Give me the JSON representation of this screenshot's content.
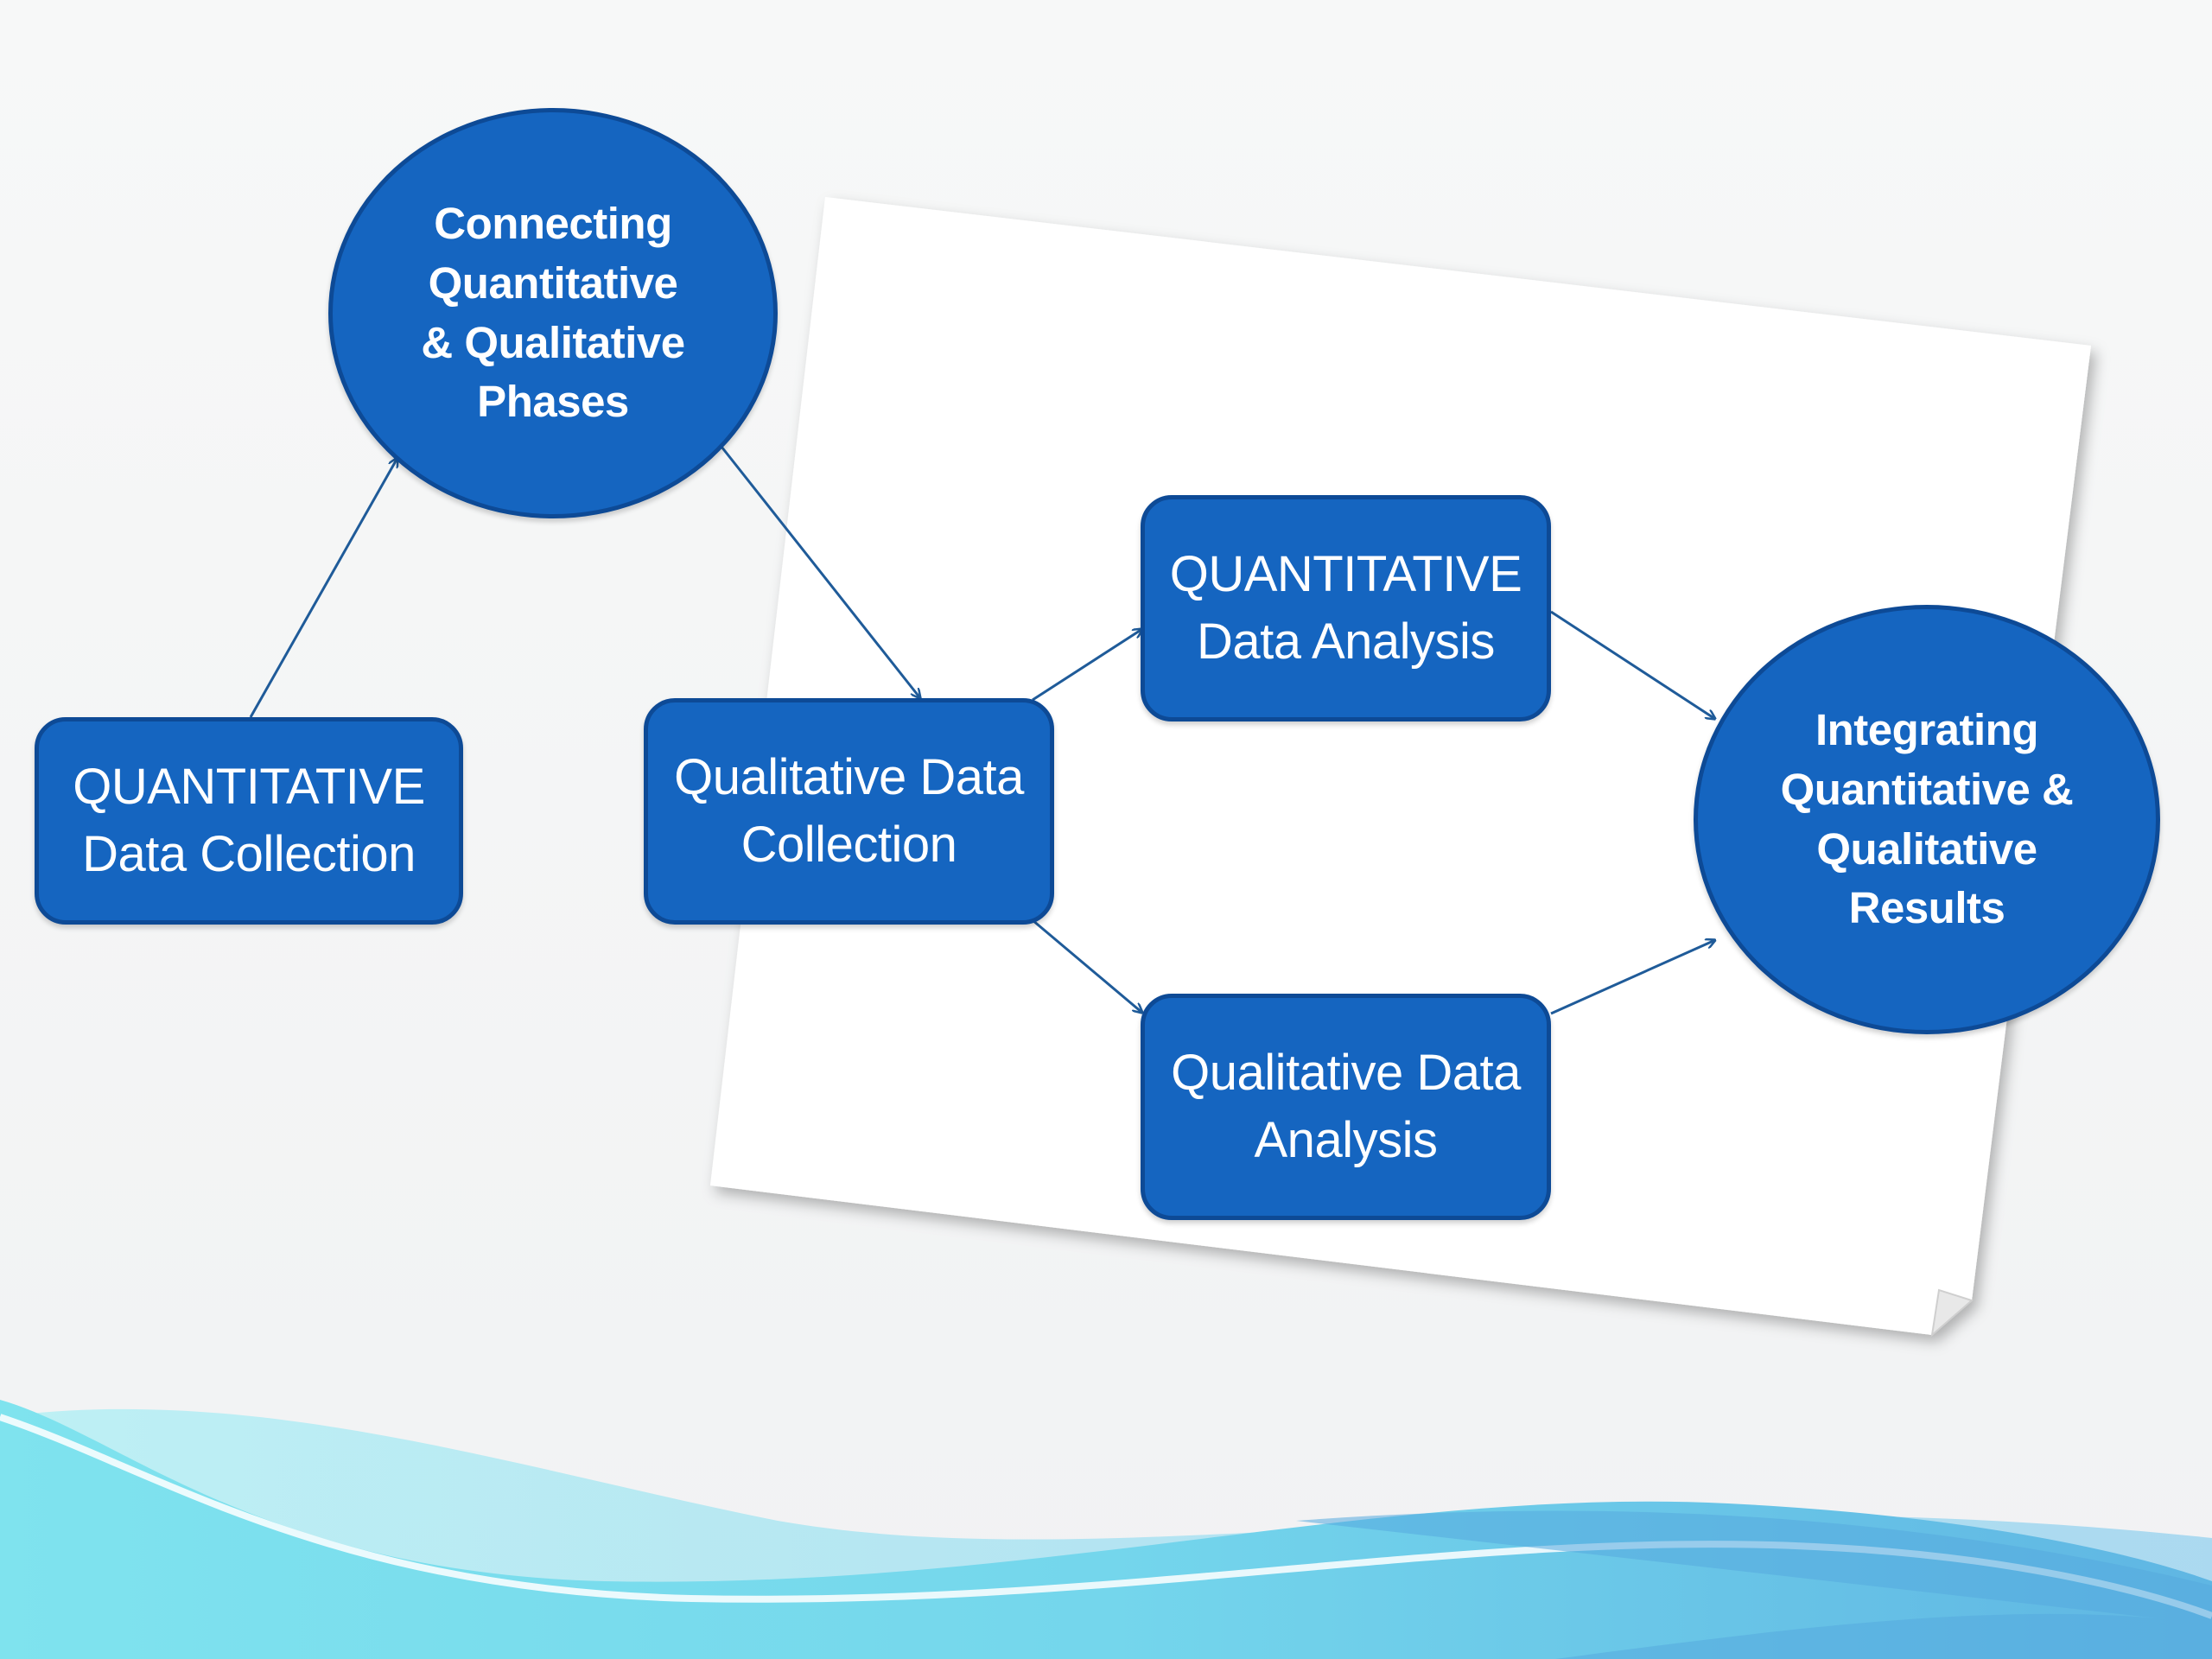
{
  "diagram": {
    "nodes": {
      "quant_collection": {
        "lines": [
          "QUANTITATIVE",
          "Data Collection"
        ]
      },
      "connecting": {
        "lines": [
          "Connecting",
          "Quantitative",
          "& Qualitative",
          "Phases"
        ]
      },
      "qual_collection": {
        "lines": [
          "Qualitative Data",
          "Collection"
        ]
      },
      "quant_analysis": {
        "lines": [
          "QUANTITATIVE",
          "Data Analysis"
        ]
      },
      "qual_analysis": {
        "lines": [
          "Qualitative Data",
          "Analysis"
        ]
      },
      "integrating": {
        "lines": [
          "Integrating",
          "Quantitative &",
          "Qualitative",
          "Results"
        ]
      }
    },
    "edges": [
      {
        "from": "quant_collection",
        "to": "connecting"
      },
      {
        "from": "connecting",
        "to": "qual_collection"
      },
      {
        "from": "qual_collection",
        "to": "quant_analysis"
      },
      {
        "from": "qual_collection",
        "to": "qual_analysis"
      },
      {
        "from": "quant_analysis",
        "to": "integrating"
      },
      {
        "from": "qual_analysis",
        "to": "integrating"
      }
    ]
  },
  "colors": {
    "node_fill": "#1565c0",
    "node_border": "#0d4a96",
    "arrow": "#1f5b99",
    "wave_light": "#7fe3ee",
    "wave_mid": "#6fc6ea",
    "wave_dark": "#4fa3dd"
  }
}
